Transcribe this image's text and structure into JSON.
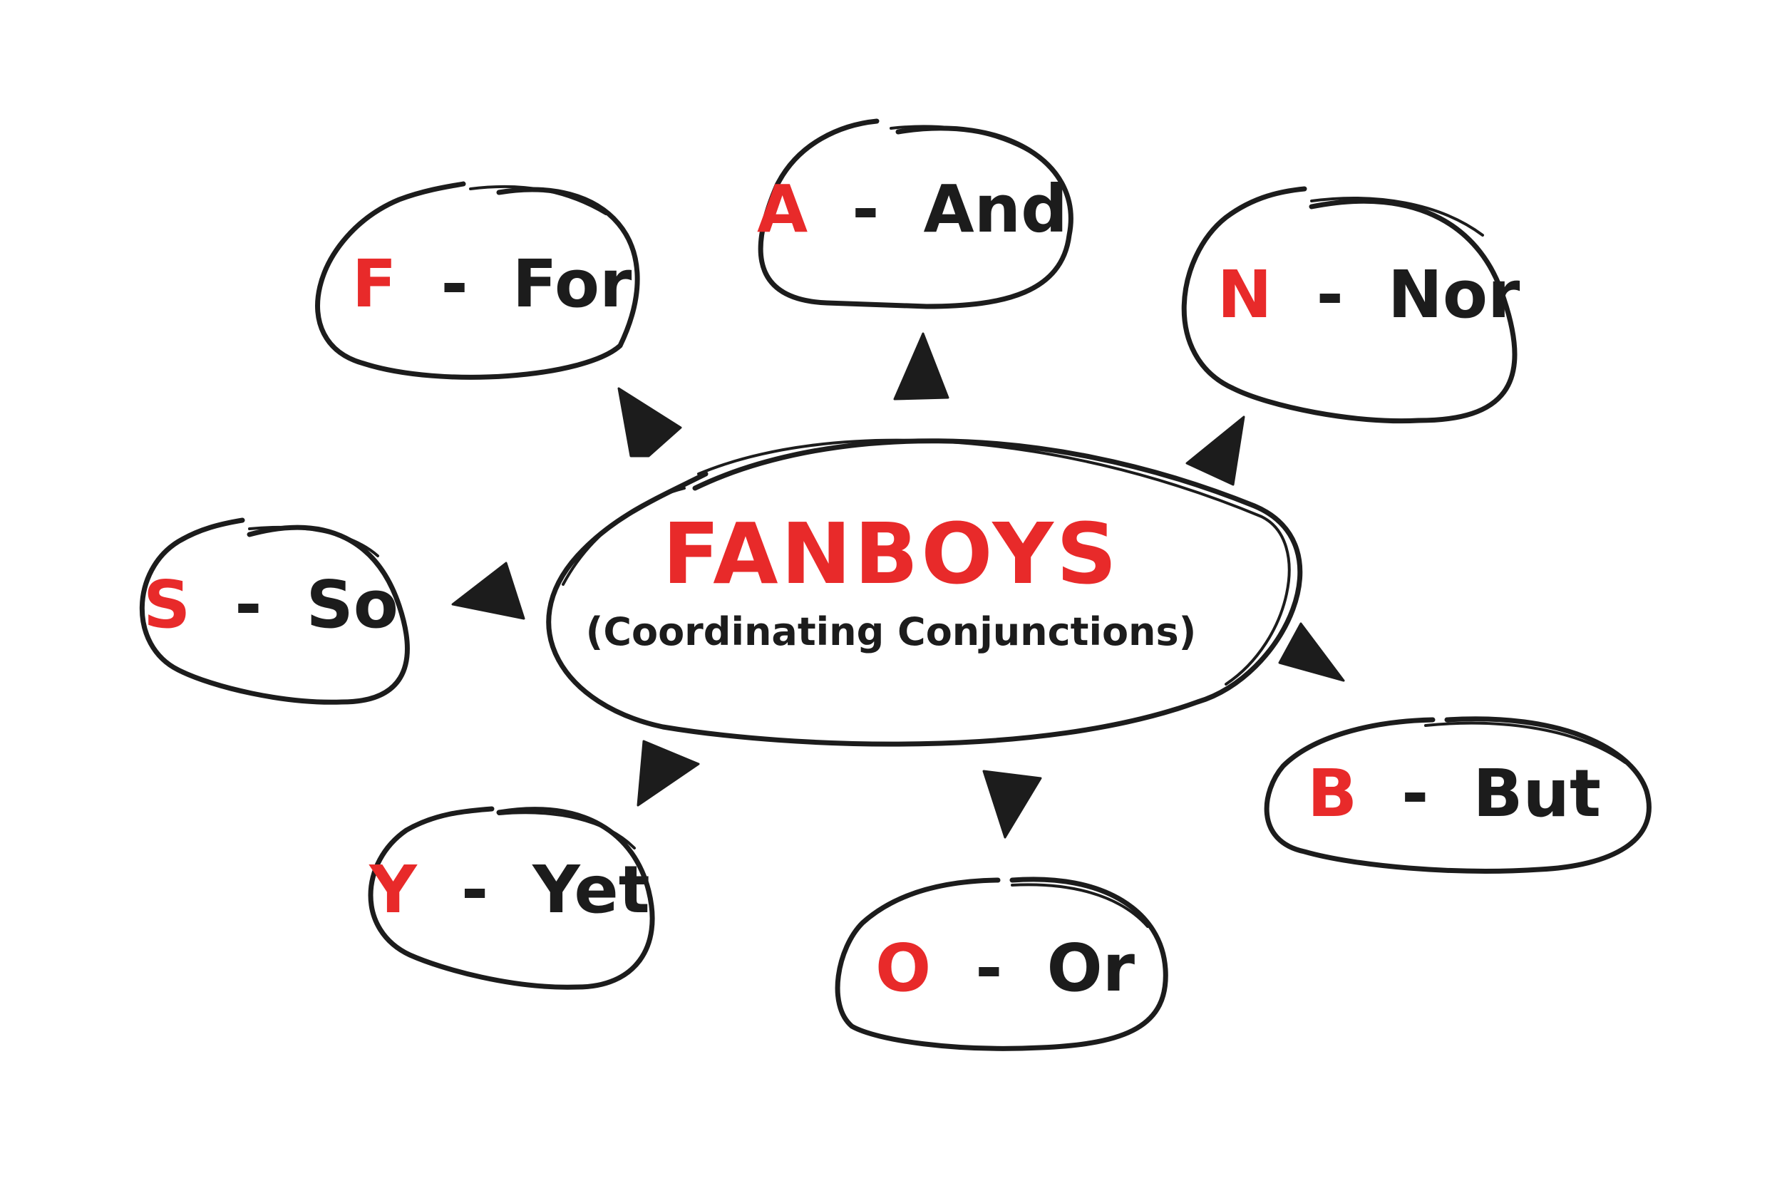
{
  "center": {
    "title": "FANBOYS",
    "subtitle": "(Coordinating Conjunctions)"
  },
  "nodes": [
    {
      "id": "f",
      "letter": "F",
      "word": "For"
    },
    {
      "id": "a",
      "letter": "A",
      "word": "And"
    },
    {
      "id": "n",
      "letter": "N",
      "word": "Nor"
    },
    {
      "id": "b",
      "letter": "B",
      "word": "But"
    },
    {
      "id": "o",
      "letter": "O",
      "word": "Or"
    },
    {
      "id": "y",
      "letter": "Y",
      "word": "Yet"
    },
    {
      "id": "s",
      "letter": "S",
      "word": "So"
    }
  ],
  "separator": "-",
  "colors": {
    "accent": "#e82a2a",
    "ink": "#1c1c1c",
    "background": "#ffffff"
  }
}
